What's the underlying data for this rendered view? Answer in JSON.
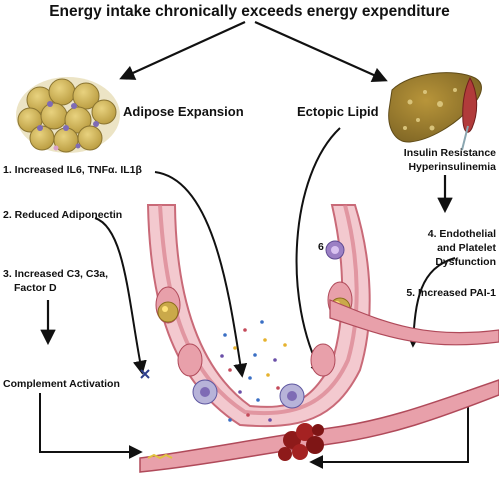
{
  "title": "Energy intake chronically exceeds energy expenditure",
  "branches": {
    "left": "Adipose Expansion",
    "right": "Ectopic Lipid"
  },
  "left_items": [
    "1. Increased IL6, TNFα. IL1β",
    "2. Reduced Adiponectin",
    "3. Increased C3, C3a,",
    "Factor D",
    "Complement Activation"
  ],
  "right_items": {
    "insulin_line1": "Insulin Resistance",
    "insulin_line2": "Hyperinsulinemia",
    "endothelial_line1": "4. Endothelial",
    "endothelial_line2": "and Platelet",
    "endothelial_line3": "Dysfunction",
    "pai": "5. Increased PAI-1",
    "six": "6"
  },
  "colors": {
    "adipocyte": "#c8b25c",
    "liver": "#9a7d2e",
    "vessel_outer": "#e8a0aa",
    "vessel_inner": "#f3c9cf",
    "clot": "#8e1a1a",
    "immune_cell": "#7e6bb5"
  }
}
